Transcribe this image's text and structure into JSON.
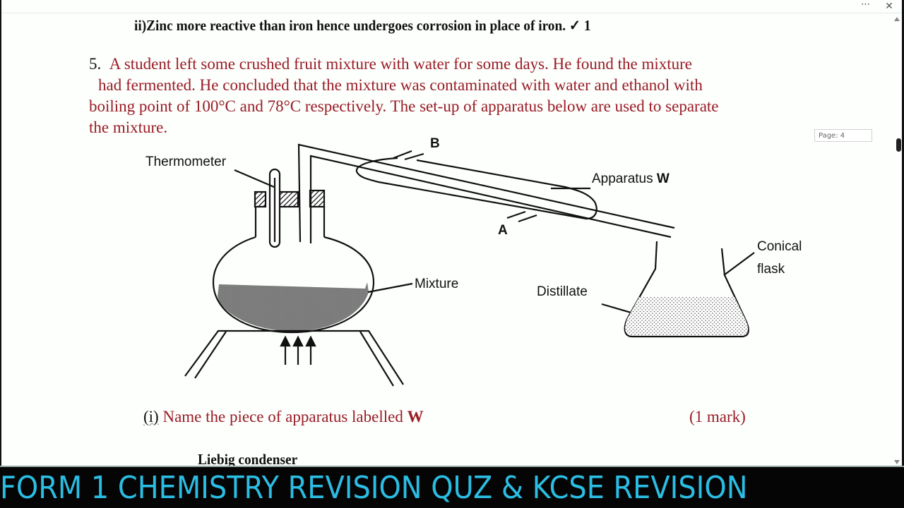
{
  "window": {
    "more_icon": "⋯",
    "close_icon": "✕"
  },
  "document": {
    "answer_prev": "ii)Zinc more reactive than iron hence undergoes corrosion in place of iron. ✓  1",
    "question": {
      "number": "5.",
      "lines": [
        "A student left some crushed fruit mixture with water for some days. He found the mixture",
        "had fermented. He concluded that the mixture was contaminated with water and ethanol with",
        "boiling point of 100°C and 78°C respectively. The set-up of apparatus below are used to separate",
        "the mixture."
      ]
    },
    "diagram": {
      "labels": {
        "thermometer": "Thermometer",
        "b": "B",
        "apparatus": "Apparatus ",
        "apparatus_letter": "W",
        "a": "A",
        "mixture": "Mixture",
        "distillate": "Distillate",
        "conical_line1": "Conical",
        "conical_line2": "flask"
      },
      "colors": {
        "mixture_fill": "#7a7a7a",
        "line": "#111111"
      }
    },
    "sub_question": {
      "roman": "(i)",
      "text": " Name the piece of apparatus labelled ",
      "letter": "W",
      "marks": "(1 mark)"
    },
    "answer": "Liebig condenser"
  },
  "viewer": {
    "page_indicator": "Page: 4"
  },
  "banner": {
    "text": "FORM 1 CHEMISTRY REVISION QUZ &  KCSE REVISION",
    "color": "#2bbde3"
  }
}
